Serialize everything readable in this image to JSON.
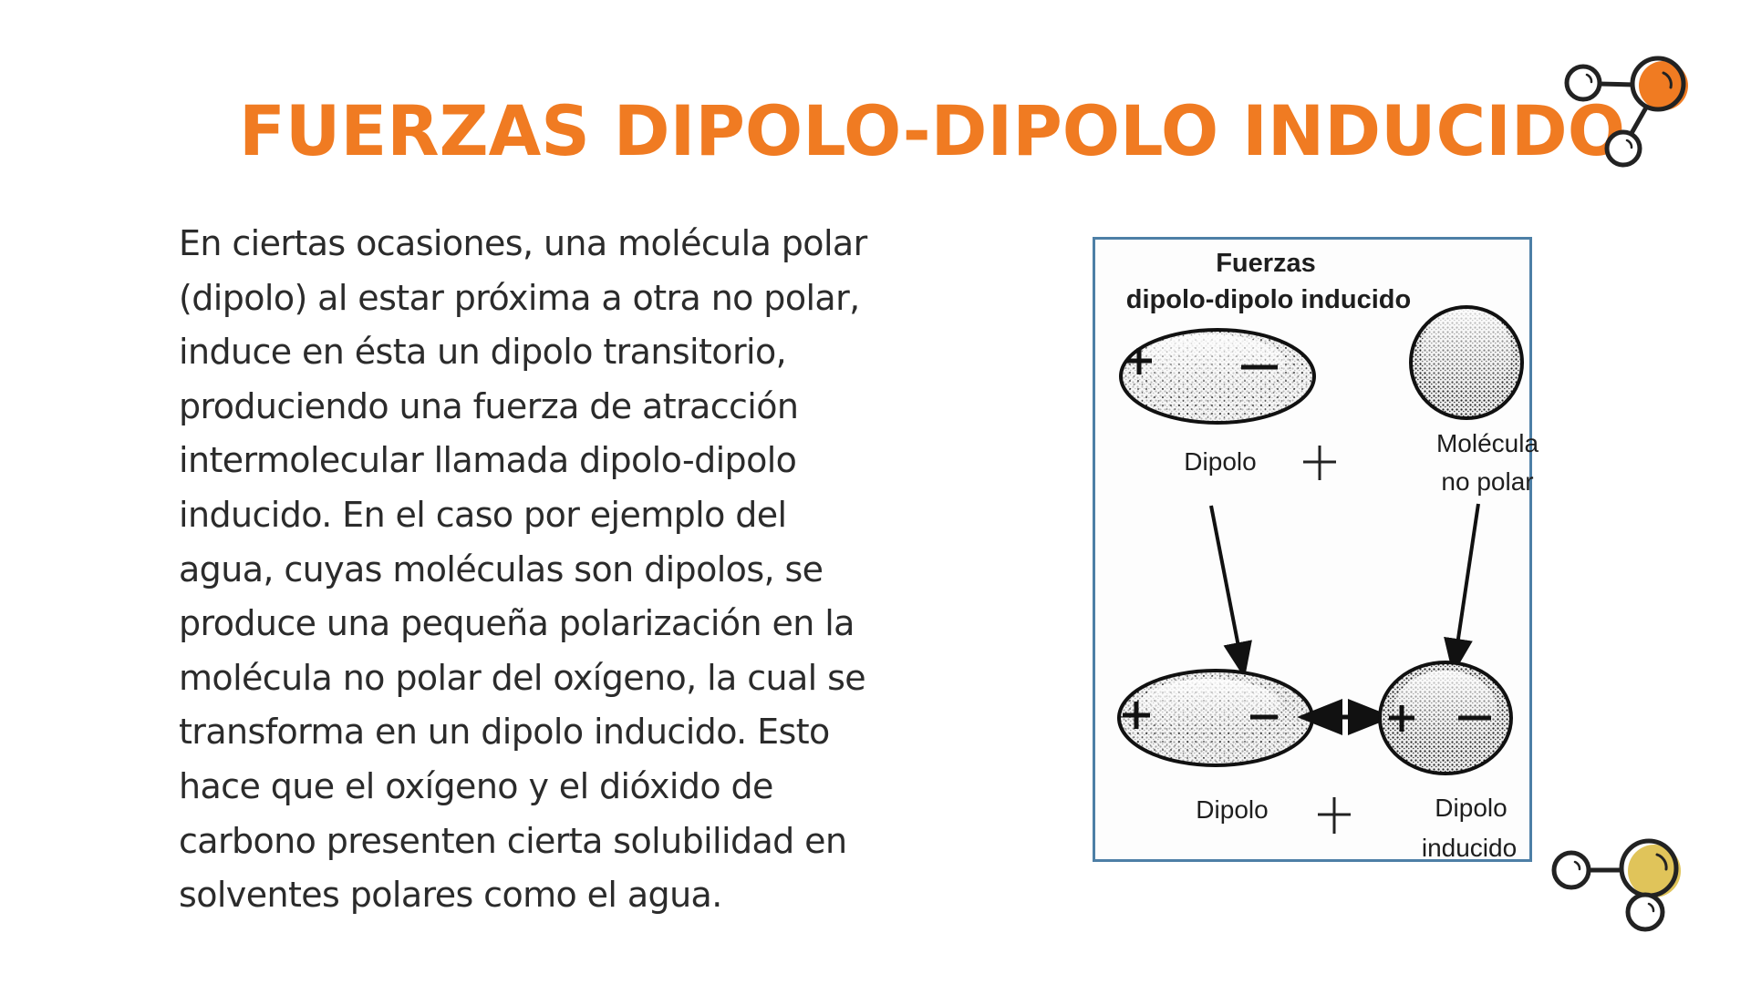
{
  "slide": {
    "title": "FUERZAS DIPOLO-DIPOLO INDUCIDO",
    "title_color": "#f07b22",
    "body_lines": [
      "En ciertas ocasiones, una molécula polar",
      "(dipolo) al estar próxima a otra no polar,",
      "induce en ésta un dipolo transitorio,",
      "produciendo una fuerza de atracción",
      "intermolecular llamada dipolo-dipolo",
      "inducido. En el caso por ejemplo del",
      "agua, cuyas moléculas son dipolos, se",
      "produce una pequeña polarización en la",
      "molécula no polar del oxígeno, la cual se",
      "transforma en un dipolo inducido. Esto",
      "hace que el oxígeno y el dióxido de",
      "carbono presenten cierta solubilidad en",
      "solventes polares como el agua."
    ]
  },
  "figure": {
    "title_line1": "Fuerzas",
    "title_line2": "dipolo-dipolo inducido",
    "border_color": "#4d7fa6",
    "top_left_label": "Dipolo",
    "top_plus": "+",
    "top_right_label_line1": "Molécula",
    "top_right_label_line2": "no polar",
    "bottom_left_label": "Dipolo",
    "bottom_plus": "+",
    "bottom_right_label_line1": "Dipolo",
    "bottom_right_label_line2": "inducido",
    "charge_plus": "+",
    "charge_minus": "−"
  },
  "decorations": {
    "top_molecule_accent": "#f07b22",
    "bottom_molecule_accent": "#e0c45a"
  }
}
